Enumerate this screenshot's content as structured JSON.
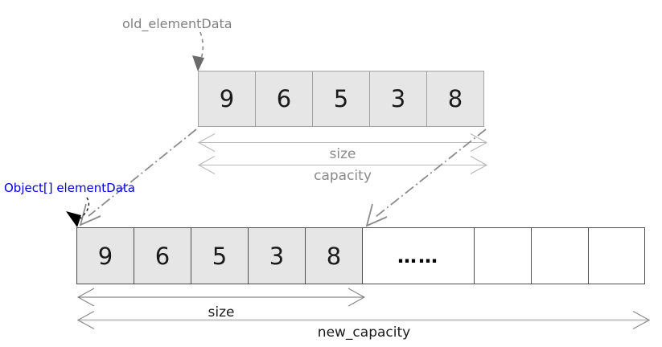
{
  "diagram": {
    "title_semantics": "ArrayList array growth diagram",
    "old_array": {
      "pointer_label": "old_elementData",
      "values": [
        "9",
        "6",
        "5",
        "3",
        "8"
      ],
      "size_label": "size",
      "capacity_label": "capacity"
    },
    "new_array": {
      "pointer_label": "Object[] elementData",
      "values": [
        "9",
        "6",
        "5",
        "3",
        "8"
      ],
      "ellipsis": "……",
      "empty_cells": 3,
      "size_label": "size",
      "capacity_label": "new_capacity"
    },
    "colors": {
      "cell_fill": "#e6e6e6",
      "old_array_border": "#a3a3a3",
      "new_array_border": "#4d4d4d",
      "gray_text": "#808080",
      "blue_pointer_text": "#0000dd",
      "black_text": "#1a1a1a",
      "light_arrow": "#b8b8b8",
      "dashdot_line": "#8c8c8c"
    }
  }
}
